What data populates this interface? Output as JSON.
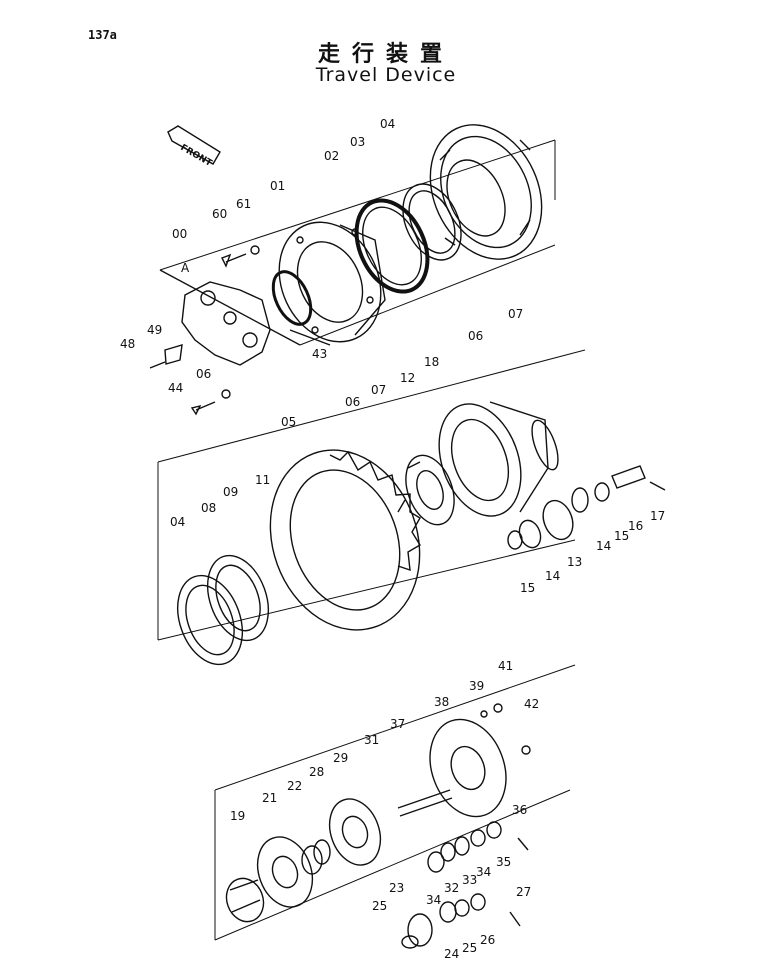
{
  "page_number": "137a",
  "title_jp": "走行装置",
  "title_en": "Travel Device",
  "front_label": "FRONT",
  "ref_label": "A",
  "parts": [
    {
      "id": "00"
    },
    {
      "id": "01"
    },
    {
      "id": "02"
    },
    {
      "id": "03"
    },
    {
      "id": "04"
    },
    {
      "id": "60"
    },
    {
      "id": "61"
    },
    {
      "id": "43"
    },
    {
      "id": "48"
    },
    {
      "id": "49"
    },
    {
      "id": "44"
    },
    {
      "id": "06"
    },
    {
      "id": "07"
    },
    {
      "id": "06"
    },
    {
      "id": "07"
    },
    {
      "id": "06"
    },
    {
      "id": "12"
    },
    {
      "id": "18"
    },
    {
      "id": "05"
    },
    {
      "id": "11"
    },
    {
      "id": "09"
    },
    {
      "id": "08"
    },
    {
      "id": "04"
    },
    {
      "id": "15"
    },
    {
      "id": "14"
    },
    {
      "id": "13"
    },
    {
      "id": "14"
    },
    {
      "id": "15"
    },
    {
      "id": "16"
    },
    {
      "id": "17"
    },
    {
      "id": "41"
    },
    {
      "id": "39"
    },
    {
      "id": "42"
    },
    {
      "id": "38"
    },
    {
      "id": "37"
    },
    {
      "id": "31"
    },
    {
      "id": "29"
    },
    {
      "id": "28"
    },
    {
      "id": "22"
    },
    {
      "id": "21"
    },
    {
      "id": "19"
    },
    {
      "id": "36"
    },
    {
      "id": "35"
    },
    {
      "id": "34"
    },
    {
      "id": "33"
    },
    {
      "id": "32"
    },
    {
      "id": "34"
    },
    {
      "id": "27"
    },
    {
      "id": "26"
    },
    {
      "id": "25"
    },
    {
      "id": "24"
    },
    {
      "id": "25"
    },
    {
      "id": "23"
    }
  ]
}
